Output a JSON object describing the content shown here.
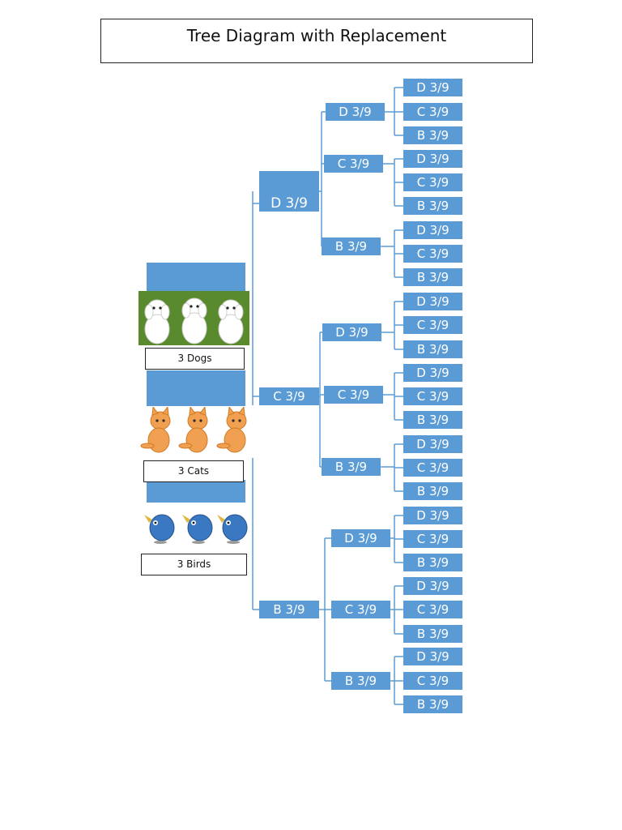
{
  "title": "Tree Diagram with Replacement",
  "colors": {
    "node_fill": "#5b9bd5",
    "connector": "#5b9bd5",
    "node_text": "#ffffff"
  },
  "groups": [
    {
      "label": "3 Dogs",
      "icon": "dog-icon",
      "count": 3
    },
    {
      "label": "3 Cats",
      "icon": "cat-icon",
      "count": 3
    },
    {
      "label": "3 Birds",
      "icon": "bird-icon",
      "count": 3
    }
  ],
  "tree": {
    "level1": [
      "D 3/9",
      "C 3/9",
      "B 3/9"
    ],
    "level2": [
      "D 3/9",
      "C 3/9",
      "B 3/9",
      "D 3/9",
      "C 3/9",
      "B 3/9",
      "D 3/9",
      "C 3/9",
      "B 3/9"
    ],
    "level3": [
      "D 3/9",
      "C 3/9",
      "B 3/9",
      "D 3/9",
      "C 3/9",
      "B 3/9",
      "D 3/9",
      "C 3/9",
      "B 3/9",
      "D 3/9",
      "C 3/9",
      "B 3/9",
      "D 3/9",
      "C 3/9",
      "B 3/9",
      "D 3/9",
      "C 3/9",
      "B 3/9",
      "D 3/9",
      "C 3/9",
      "B 3/9",
      "D 3/9",
      "C 3/9",
      "B 3/9",
      "D  3/9",
      "C 3/9",
      "B 3/9"
    ]
  }
}
